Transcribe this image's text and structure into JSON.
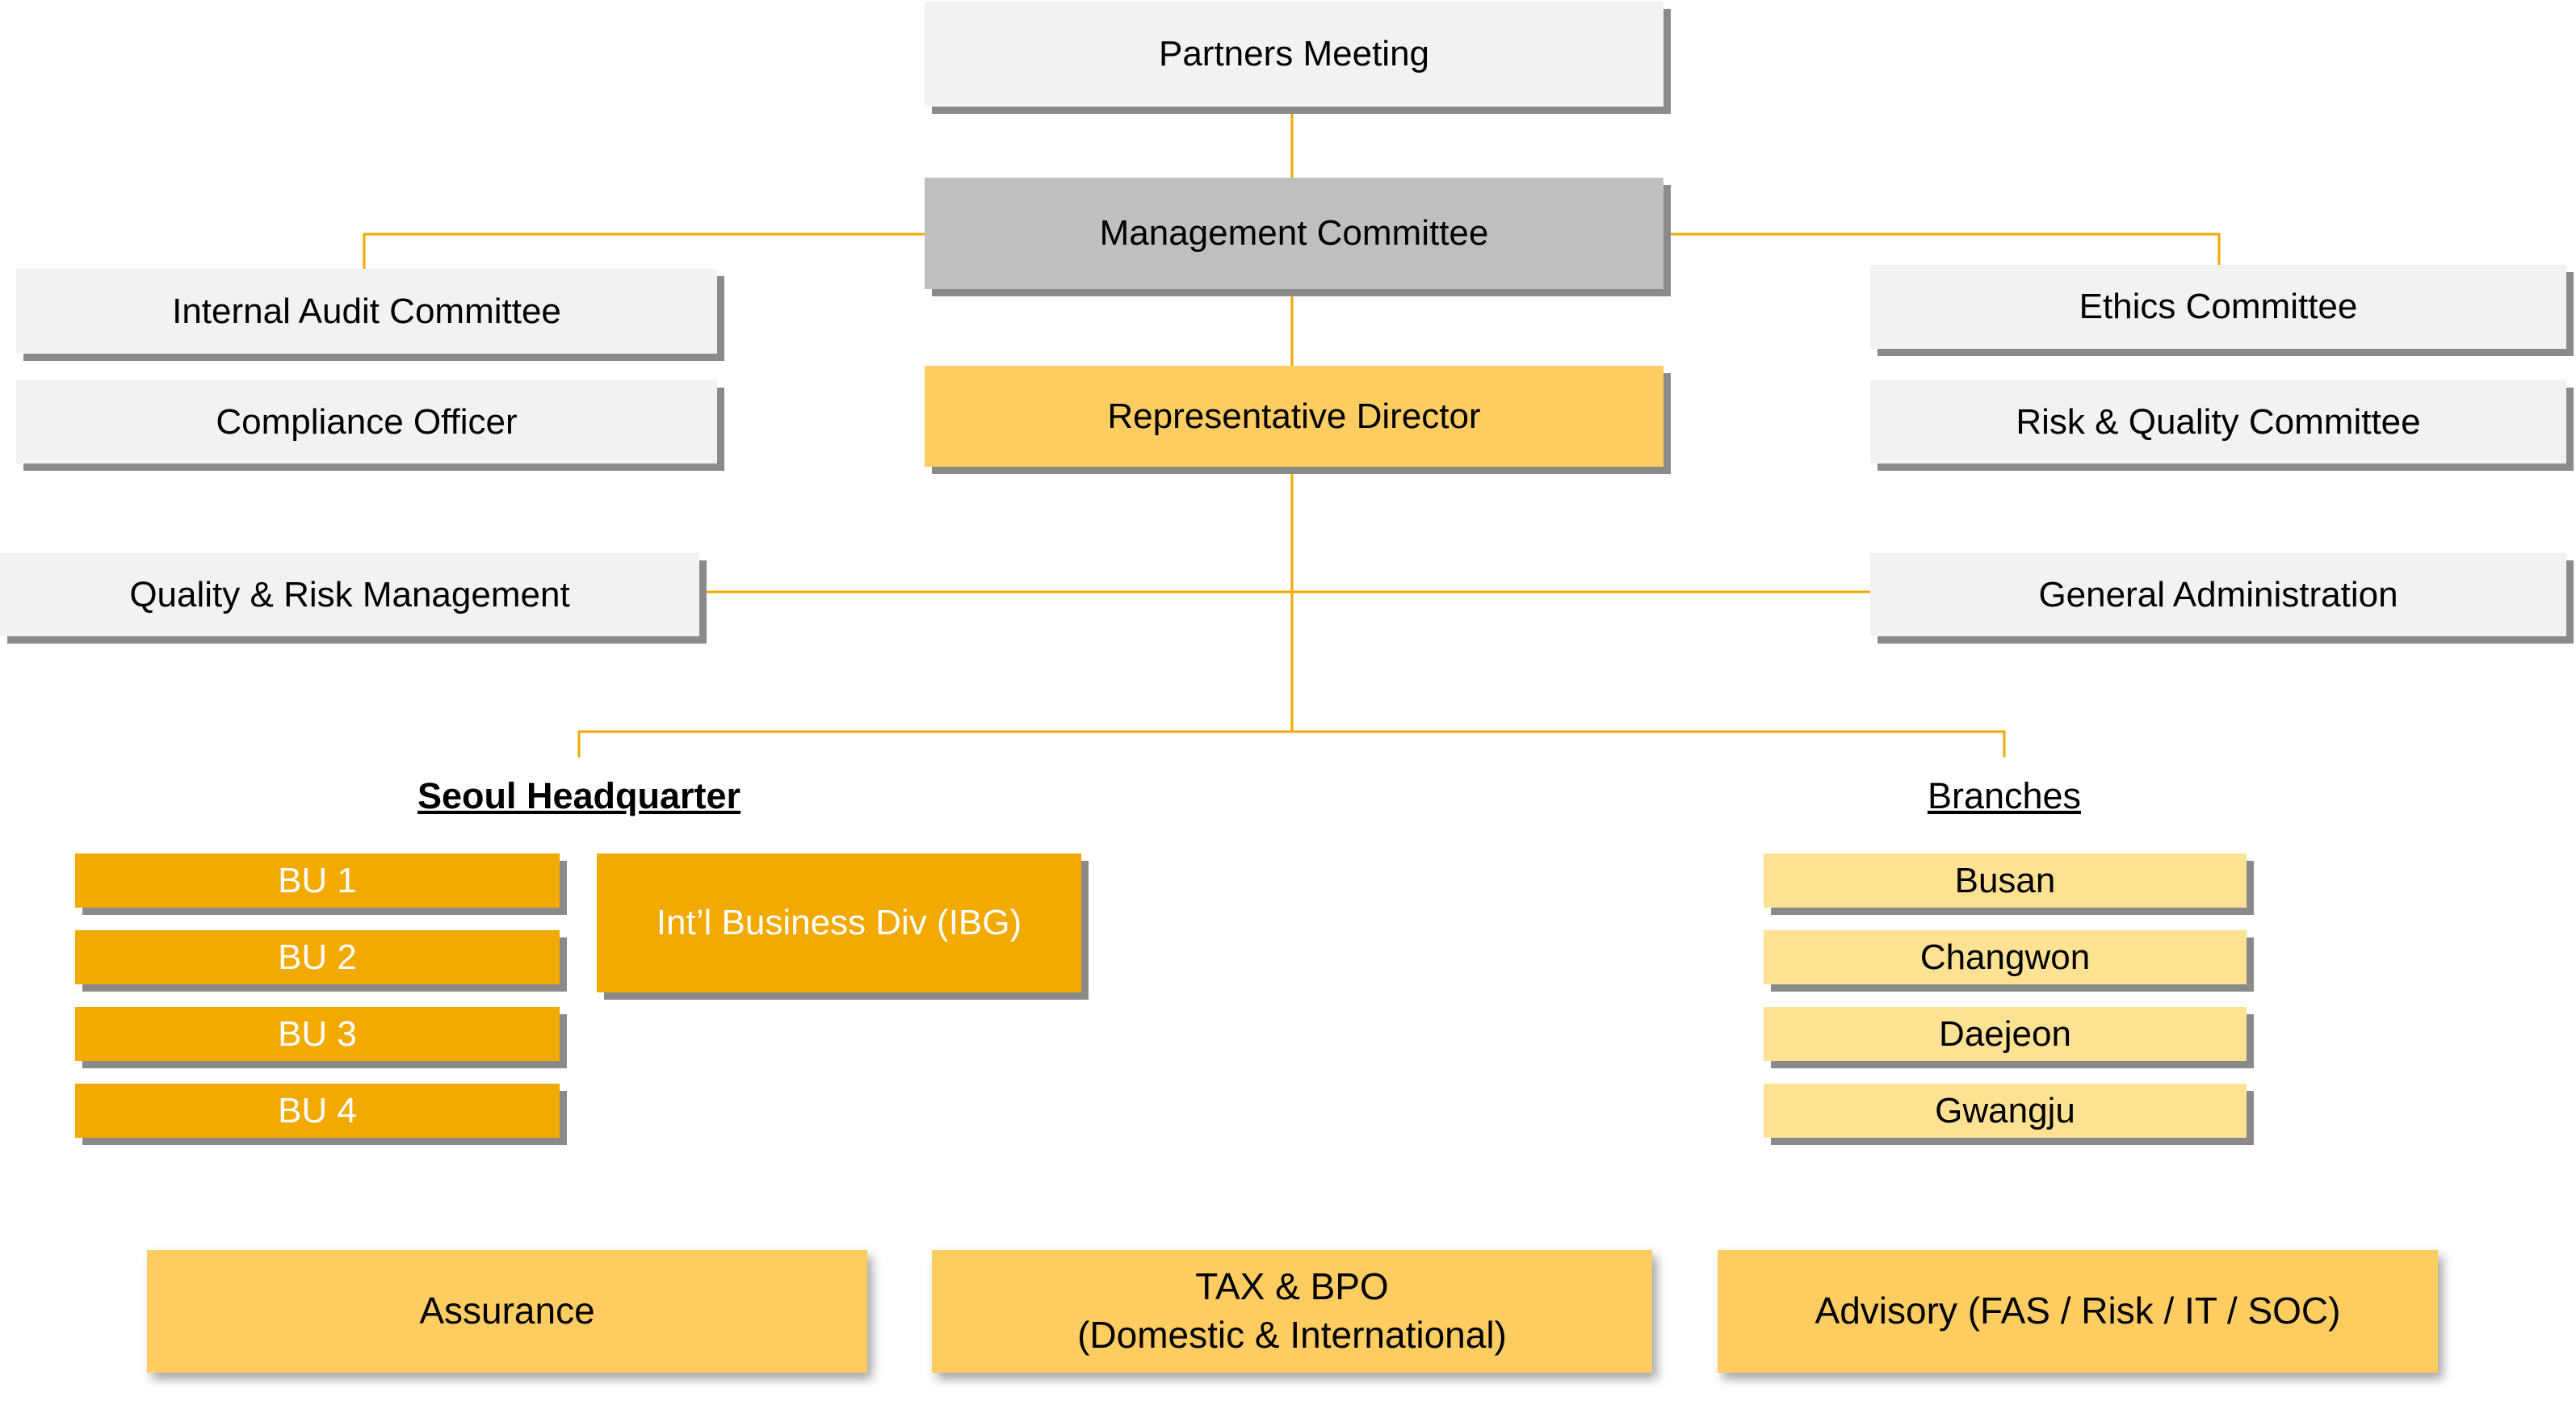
{
  "colors": {
    "connector": "#f2a900",
    "box_light": "#f2f2f2",
    "box_dark": "#bfbfbf",
    "box_gold": "#fecd62",
    "box_orange": "#f2a900",
    "box_pale": "#fde294",
    "shadow": "#8a8a8a"
  },
  "top": {
    "partners_meeting": "Partners Meeting",
    "management_committee": "Management Committee",
    "representative_director": "Representative Director"
  },
  "left": {
    "internal_audit_committee": "Internal Audit Committee",
    "compliance_officer": "Compliance Officer",
    "quality_risk_management": "Quality & Risk Management"
  },
  "right": {
    "ethics_committee": "Ethics Committee",
    "risk_quality_committee": "Risk & Quality Committee",
    "general_administration": "General Administration"
  },
  "headquarter": {
    "title": "Seoul Headquarter",
    "business_units": [
      "BU 1",
      "BU 2",
      "BU 3",
      "BU 4"
    ],
    "intl_division": "Int’l Business Div (IBG)"
  },
  "branches": {
    "title": "Branches",
    "items": [
      "Busan",
      "Changwon",
      "Daejeon",
      "Gwangju"
    ]
  },
  "services": {
    "assurance": "Assurance",
    "tax_line1": "TAX & BPO",
    "tax_line2": "(Domestic & International)",
    "advisory": "Advisory (FAS / Risk / IT / SOC)"
  }
}
